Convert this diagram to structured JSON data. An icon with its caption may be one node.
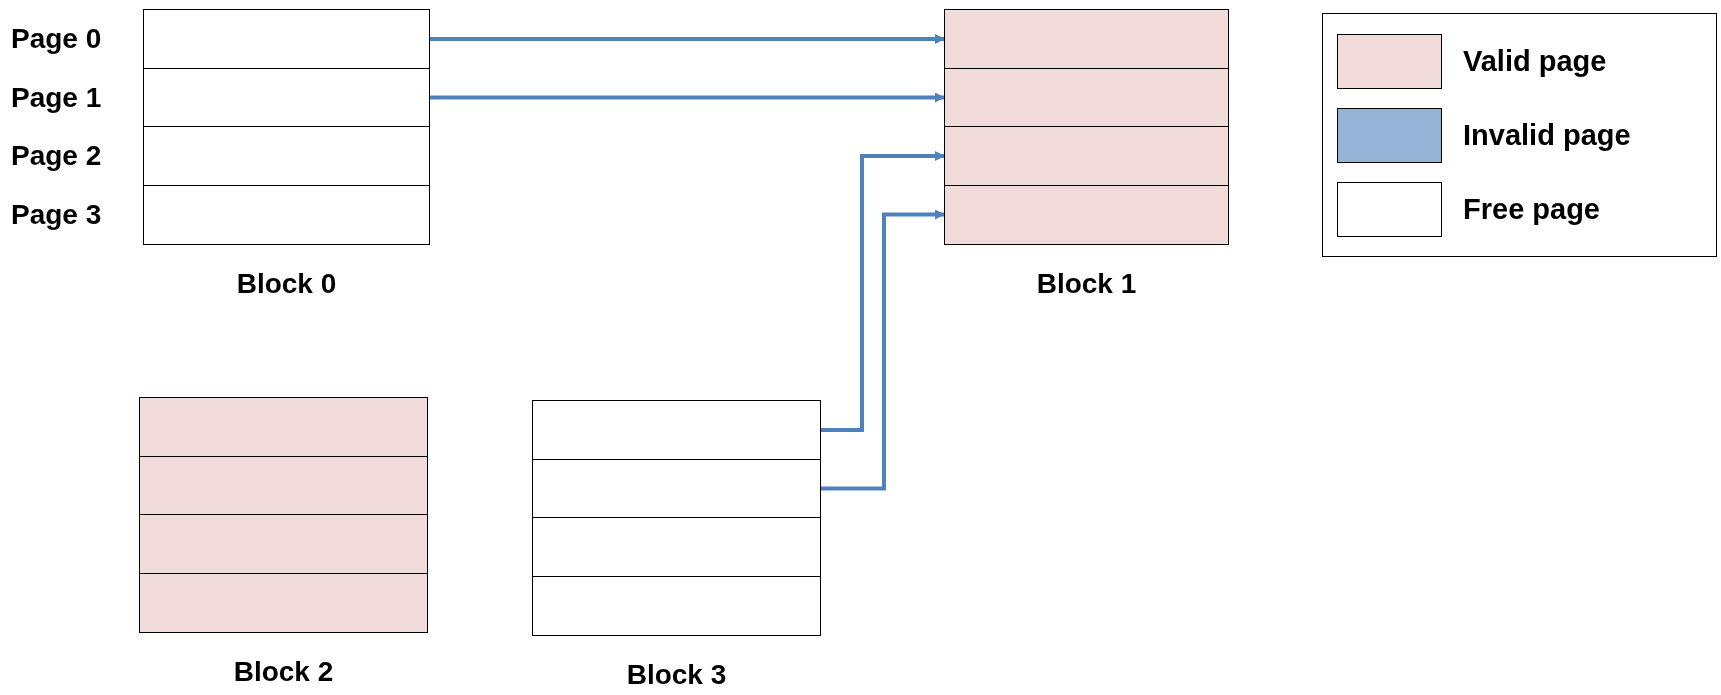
{
  "diagram": {
    "nodes": [
      {
        "text": [
          "Block 0"
        ]
      },
      {
        "text": [],
        "shape": "box",
        "in": 0,
        "beside": [
          "Page 0"
        ]
      },
      {
        "text": [],
        "shape": "box",
        "in": 0,
        "beside": [
          "Page 1"
        ]
      },
      {
        "text": [],
        "shape": "box",
        "in": 0,
        "beside": [
          "Page 2"
        ]
      },
      {
        "text": [],
        "shape": "box",
        "in": 0,
        "beside": [
          "Page 3"
        ]
      },
      {
        "text": [
          "Block 1"
        ]
      },
      {
        "text": [],
        "shape": "box",
        "in": 5
      },
      {
        "text": [],
        "shape": "box",
        "in": 5
      },
      {
        "text": [],
        "shape": "box",
        "in": 5
      },
      {
        "text": [],
        "shape": "box",
        "in": 5
      },
      {
        "text": [
          "Block 2"
        ]
      },
      {
        "text": [],
        "shape": "box",
        "in": 10
      },
      {
        "text": [],
        "shape": "box",
        "in": 10
      },
      {
        "text": [],
        "shape": "box",
        "in": 10
      },
      {
        "text": [],
        "shape": "box",
        "in": 10
      },
      {
        "text": [
          "Block 3"
        ]
      },
      {
        "text": [],
        "shape": "box",
        "in": 15
      },
      {
        "text": [],
        "shape": "box",
        "in": 15
      },
      {
        "text": [],
        "shape": "box",
        "in": 15
      },
      {
        "text": [],
        "shape": "box",
        "in": 15
      }
    ],
    "edges": [
      {
        "from": 1,
        "to": 6,
        "arrow": "to"
      },
      {
        "from": 2,
        "to": 7,
        "arrow": "to"
      },
      {
        "from": 16,
        "to": 8,
        "arrow": "to"
      },
      {
        "from": 17,
        "to": 9,
        "arrow": "to"
      }
    ],
    "legend": [
      {
        "text": "Valid page",
        "color": "#f2dcdb"
      },
      {
        "text": "Invalid page",
        "color": "#95b3d7"
      },
      {
        "text": "Free page",
        "color": "#ffffff"
      }
    ]
  }
}
